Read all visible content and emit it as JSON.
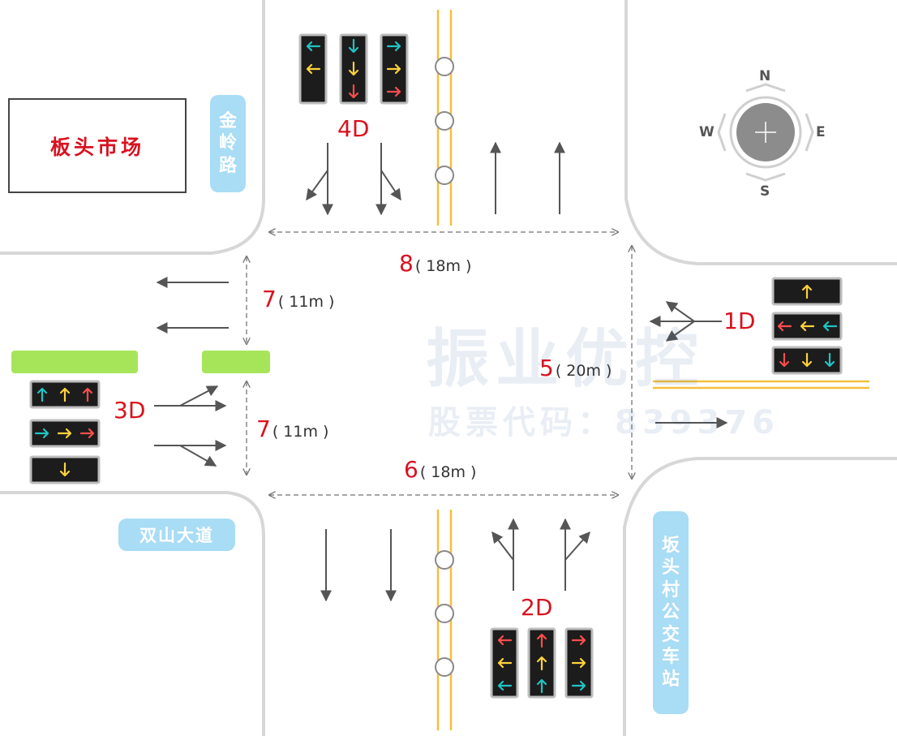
{
  "labels": {
    "market": "板头市场",
    "road_north": "金岭路",
    "road_west": "双山大道",
    "bus_station": "坂头村公交车站"
  },
  "compass": {
    "north": "N",
    "south": "S",
    "east": "E",
    "west": "W"
  },
  "signal_groups": {
    "north": "4D",
    "east": "1D",
    "south": "2D",
    "west": "3D"
  },
  "distances": [
    {
      "id": "8",
      "value": "( 18m )"
    },
    {
      "id": "7",
      "value": "( 11m )"
    },
    {
      "id": "7",
      "value": "( 11m )"
    },
    {
      "id": "5",
      "value": "( 20m )"
    },
    {
      "id": "6",
      "value": "( 18m )"
    }
  ],
  "watermark": {
    "brand": "振业优控",
    "stock": "股票代码：839376"
  },
  "colors": {
    "red": "#d9121f",
    "road_label": "#a9dcf5",
    "median_green": "#a6e55a",
    "signal_red": "#ff4d4d",
    "signal_yellow": "#ffd23c",
    "signal_cyan": "#22c3c3"
  }
}
